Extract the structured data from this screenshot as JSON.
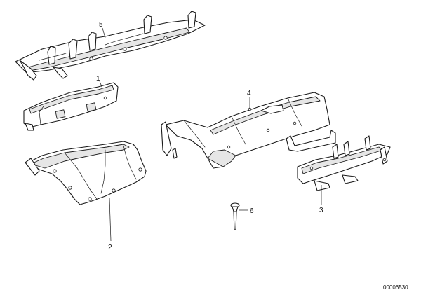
{
  "callouts": {
    "c1": "1",
    "c2": "2",
    "c3": "3",
    "c4": "4",
    "c5": "5",
    "c6": "6"
  },
  "image_code": "00006530"
}
